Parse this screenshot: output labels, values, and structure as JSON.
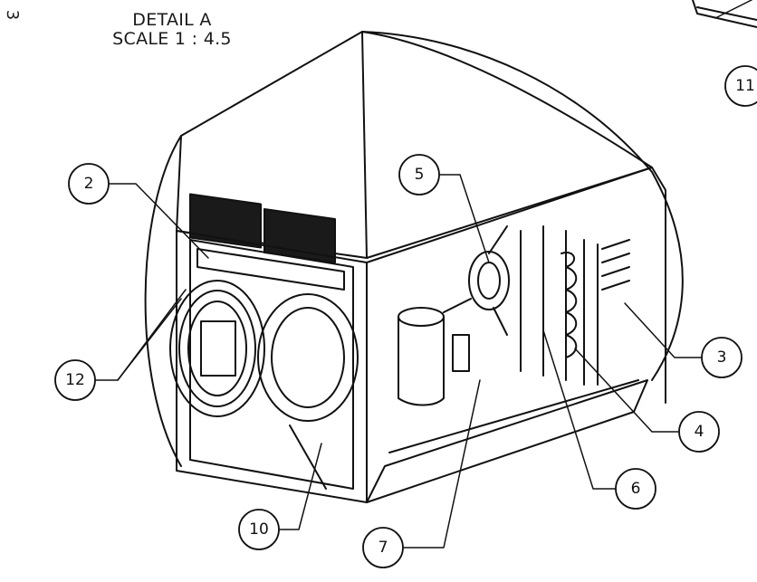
{
  "detail": {
    "title": "DETAIL A",
    "scale": "SCALE 1 : 4.5",
    "sheet_marker": "3"
  },
  "callouts": [
    "2",
    "3",
    "4",
    "5",
    "6",
    "7",
    "10",
    "11",
    "12"
  ],
  "colors": {
    "line": "#111111",
    "background": "#ffffff",
    "plate": "#1a1a1a"
  }
}
